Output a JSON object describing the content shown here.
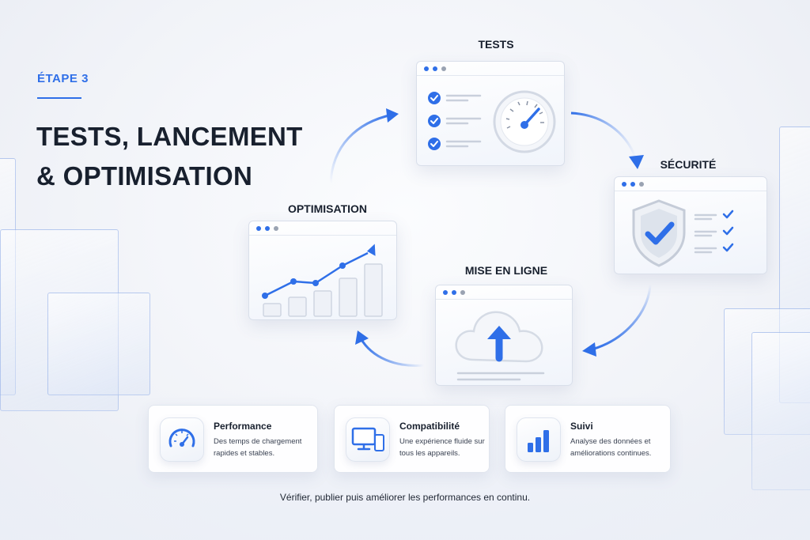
{
  "header": {
    "eyebrow": "ÉTAPE 3",
    "title_line1": "TESTS, LANCEMENT",
    "title_line2": "& OPTIMISATION"
  },
  "steps": {
    "tests": {
      "label": "TESTS"
    },
    "securite": {
      "label": "SÉCURITÉ"
    },
    "mise_en_ligne": {
      "label": "MISE EN LIGNE"
    },
    "optimisation": {
      "label": "OPTIMISATION"
    }
  },
  "features": [
    {
      "title": "Performance",
      "description": "Des temps de chargement rapides et stables.",
      "icon": "speedometer-icon"
    },
    {
      "title": "Compatibilité",
      "description": "Une expérience fluide sur tous les appareils.",
      "icon": "devices-icon"
    },
    {
      "title": "Suivi",
      "description": "Analyse des données et améliorations continues.",
      "icon": "bar-chart-icon"
    }
  ],
  "caption": "Vérifier, publier puis améliorer les performances en continu.",
  "colors": {
    "accent": "#2f6fe8",
    "text": "#18202e",
    "muted": "#9aa3b2"
  }
}
